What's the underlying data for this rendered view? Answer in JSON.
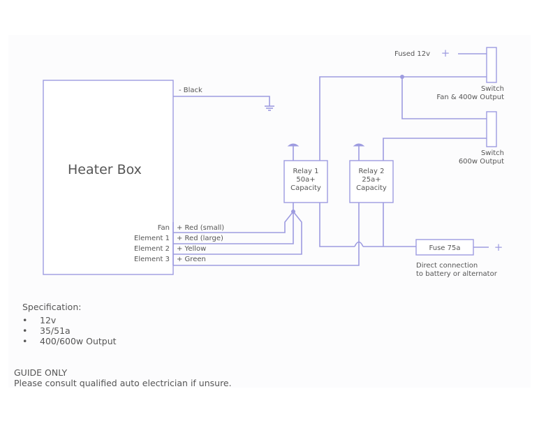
{
  "diagram": {
    "heater_box": {
      "label": "Heater Box"
    },
    "ground_wire": {
      "label": "- Black"
    },
    "heater_terminals": [
      {
        "terminal": "Fan",
        "wire": "+ Red (small)"
      },
      {
        "terminal": "Element 1",
        "wire": "+ Red (large)"
      },
      {
        "terminal": "Element 2",
        "wire": "+ Yellow"
      },
      {
        "terminal": "Element 3",
        "wire": "+ Green"
      }
    ],
    "relays": [
      {
        "lines": [
          "Relay 1",
          "50a+",
          "Capacity"
        ]
      },
      {
        "lines": [
          "Relay 2",
          "25a+",
          "Capacity"
        ]
      }
    ],
    "fused_supply": {
      "label": "Fused 12v",
      "symbol": "+"
    },
    "switches": [
      {
        "lines": [
          "Switch",
          "Fan & 400w Output"
        ]
      },
      {
        "lines": [
          "Switch",
          "600w Output"
        ]
      }
    ],
    "fuse": {
      "label": "Fuse 75a",
      "symbol": "+",
      "note_lines": [
        "Direct connection",
        "to battery or alternator"
      ]
    },
    "colors": {
      "wire": "#9d9be0",
      "text": "#555555"
    }
  },
  "specification": {
    "title": "Specification:",
    "bullet": "•",
    "items": [
      "12v",
      "35/51a",
      "400/600w Output"
    ]
  },
  "disclaimer": {
    "heading": "GUIDE ONLY",
    "text": "Please consult qualified auto electrician if unsure."
  }
}
